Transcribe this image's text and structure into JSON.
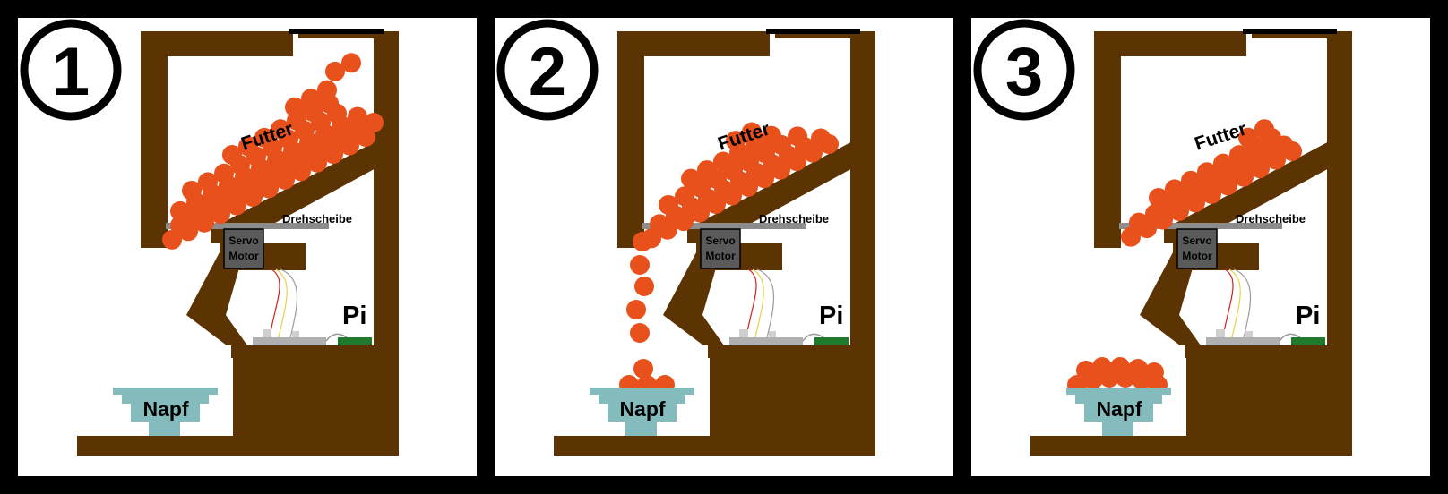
{
  "colors": {
    "background": "#000000",
    "panel": "#ffffff",
    "wood": "#5c3302",
    "food": "#e8501c",
    "bowl": "#84bcbd",
    "disc": "#8c8c8c",
    "motor": "#5a5a5a",
    "board": "#b0b0b0",
    "chip": "#1f7a2e"
  },
  "labels": {
    "food": "Futter",
    "disc": "Drehscheibe",
    "motor_line1": "Servo",
    "motor_line2": "Motor",
    "pi": "Pi",
    "bowl": "Napf"
  },
  "panels": [
    {
      "step": "1",
      "hopper_food": "full",
      "falling_food": false,
      "bowl_food": "empty"
    },
    {
      "step": "2",
      "hopper_food": "less",
      "falling_food": true,
      "bowl_food": "little"
    },
    {
      "step": "3",
      "hopper_food": "low",
      "falling_food": false,
      "bowl_food": "full"
    }
  ]
}
